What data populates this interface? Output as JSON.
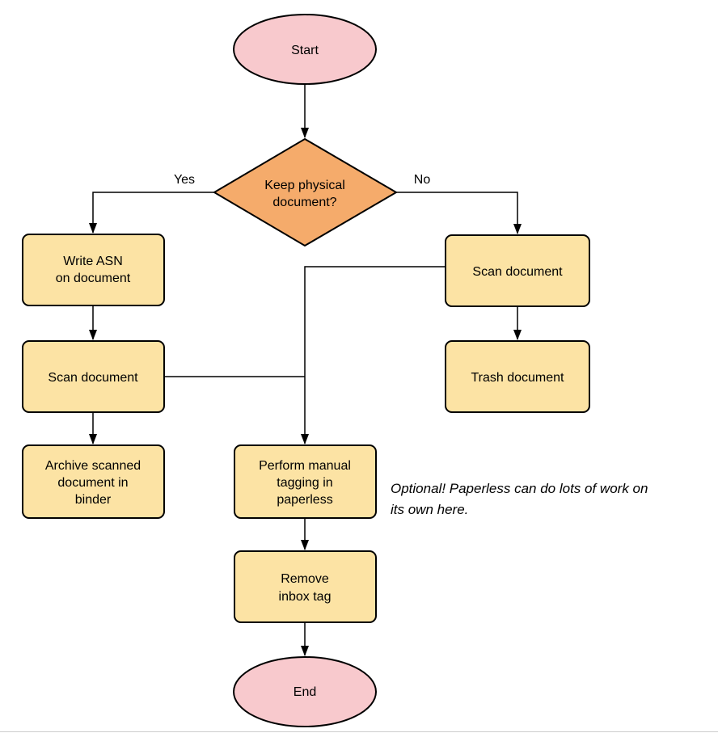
{
  "colors": {
    "background": "#ffffff",
    "terminal_fill": "#f8c9cd",
    "decision_fill": "#f5ab6b",
    "process_fill": "#fce3a4",
    "stroke": "#000000",
    "edge": "#000000",
    "divider": "#cccccc"
  },
  "nodes": {
    "start": {
      "label": "Start"
    },
    "decision_keep_physical": {
      "lines": [
        "Keep physical",
        "document?"
      ]
    },
    "write_asn": {
      "lines": [
        "Write ASN",
        "on document"
      ]
    },
    "scan_document_left": {
      "label": "Scan document"
    },
    "archive_binder": {
      "lines": [
        "Archive scanned",
        "document in",
        "binder"
      ]
    },
    "scan_document_right": {
      "label": "Scan document"
    },
    "trash_document": {
      "label": "Trash document"
    },
    "manual_tagging": {
      "lines": [
        "Perform manual",
        "tagging in",
        "paperless"
      ]
    },
    "remove_inbox_tag": {
      "lines": [
        "Remove",
        "inbox tag"
      ]
    },
    "end": {
      "label": "End"
    }
  },
  "edge_labels": {
    "yes": "Yes",
    "no": "No"
  },
  "annotation": {
    "lines": [
      "Optional! Paperless can do lots of work on",
      "its own here."
    ]
  }
}
